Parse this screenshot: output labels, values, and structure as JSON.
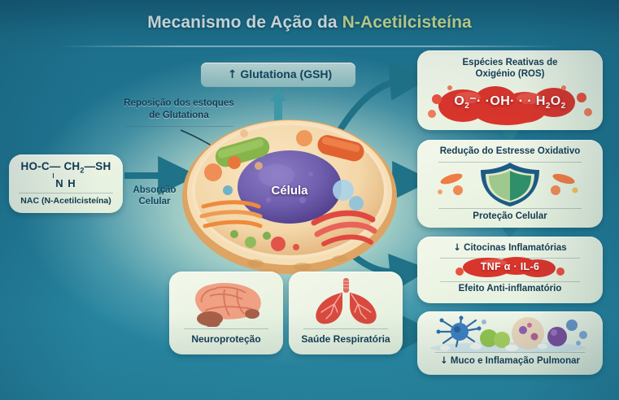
{
  "title": {
    "prefix": "Mecanismo de Ação da ",
    "highlight": "N-Acetilcisteína",
    "highlight_color": "#dbe894"
  },
  "nac": {
    "formula_line1_a": "HO-C",
    "formula_line1_b": "— CH",
    "formula_sub": "2",
    "formula_line1_c": "—SH",
    "formula_line2": "N H",
    "name": "NAC (N-Acetilcisteína)"
  },
  "absorption": {
    "line1": "Absorção",
    "line2": "Celular"
  },
  "glutathione": {
    "arrow": "↑",
    "label": "Glutationa (GSH)",
    "note_line1": "Reposição dos estoques",
    "note_line2": "de Glutationa"
  },
  "cell": {
    "label": "Célula"
  },
  "ros": {
    "title_line1": "Espécies Reativas de",
    "title_line2": "Oxigénio (ROS)",
    "formula_a": "O",
    "formula_a_sub": "2",
    "formula_b": "⁻· ·OH· · · H",
    "formula_c_sub": "2",
    "formula_d": "O",
    "formula_e_sub": "2",
    "color": "#d8352c"
  },
  "oxidative": {
    "title": "Redução do Estresse Oxidativo",
    "subtitle": "Proteção Celular",
    "shield_color": "#1d5a86"
  },
  "cytokines": {
    "arrow": "↓",
    "title": "Citocinas Inflamatórias",
    "markers": "TNF α · IL-6",
    "subtitle": "Efeito Anti-inflamatório"
  },
  "pulmonary": {
    "arrow": "↓",
    "label": "Muco e Inflamação Pulmonar"
  },
  "organs": [
    {
      "name": "Neuroproteção",
      "icon": "brain-icon"
    },
    {
      "name": "Saúde Respiratória",
      "icon": "lungs-icon"
    }
  ],
  "theme": {
    "background_teal": "#2a88a3",
    "card_bg": "#eef5e6",
    "text_dark": "#143c55",
    "arrow_teal": "#1f7287"
  }
}
